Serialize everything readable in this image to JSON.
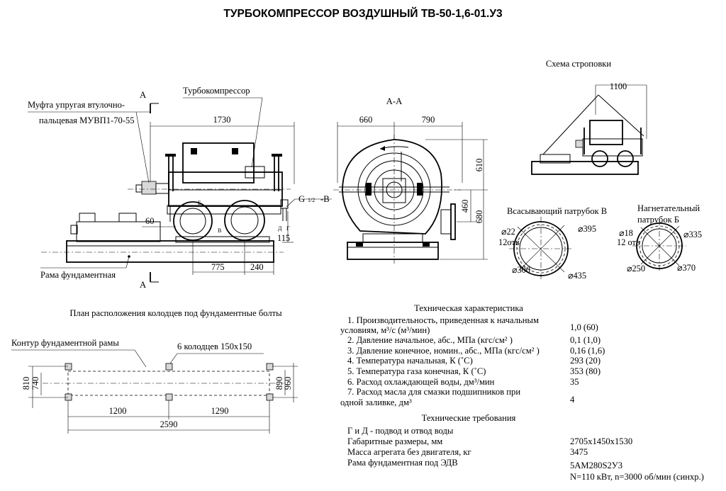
{
  "title": "ТУРБОКОМПРЕССОР ВОЗДУШНЫЙ ТВ-50-1,6-01.У3",
  "side_view": {
    "coupling_label_1": "Муфта упругая втулочно-",
    "coupling_label_2": "пальцевая МУВП1-70-55",
    "compressor_label": "Турбокомпрессор",
    "frame_label": "Рама фундаментная",
    "section_mark": "А",
    "dim_1730": "1730",
    "dim_60": "60",
    "dim_775": "775",
    "dim_240": "240",
    "dim_115": "115",
    "g_label": "G",
    "g_sub": "1/2",
    "g_suffix": "-В",
    "mark_b": "Б",
    "mark_v": "В",
    "mark_d": "Д",
    "mark_g": "Г"
  },
  "section_view": {
    "title": "А-А",
    "dim_660": "660",
    "dim_790": "790",
    "dim_610": "610",
    "dim_460": "460",
    "dim_680": "680"
  },
  "rigging": {
    "title": "Схема строповки",
    "dim_1100": "1100"
  },
  "suction_flange": {
    "title": "Всасывающий патрубок В",
    "d_holes": "⌀22",
    "holes": "12отв",
    "d_395": "⌀395",
    "d_300": "⌀300",
    "d_435": "⌀435"
  },
  "discharge_flange": {
    "title_1": "Нагнетательный",
    "title_2": "патрубок Б",
    "d_holes": "⌀18",
    "holes": "12 отв",
    "d_335": "⌀335",
    "d_250": "⌀250",
    "d_370": "⌀370"
  },
  "wells_plan": {
    "title": "План расположения колодцев под фундаментные болты",
    "contour_label": "Контур фундаментной рамы",
    "wells_label": "6 колодцев 150х150",
    "dim_810": "810",
    "dim_740": "740",
    "dim_890": "890",
    "dim_960": "960",
    "dim_1200": "1200",
    "dim_1290": "1290",
    "dim_2590": "2590"
  },
  "specs": {
    "title": "Техническая характеристика",
    "rows": [
      {
        "label": "1. Производительность, приведенная к начальным",
        "value": ""
      },
      {
        "label": "условиям, м³/с (м³/мин)",
        "value": "1,0 (60)"
      },
      {
        "label": "2. Давление начальное, абс., МПа (кгс/см² )",
        "value": "0,1 (1,0)"
      },
      {
        "label": "3. Давление конечное, номин., абс., МПа (кгс/см² )",
        "value": "0,16 (1,6)"
      },
      {
        "label": "4. Температура  начальная, К (˚С)",
        "value": "293 (20)"
      },
      {
        "label": "5. Температура газа конечная, К (˚С)",
        "value": "353 (80)"
      },
      {
        "label": "6. Расход охлаждающей воды, дм³/мин",
        "value": "35"
      },
      {
        "label": "7. Расход масла для смазки подшипников при",
        "value": ""
      },
      {
        "label": "одной заливке, дм³",
        "value": "4"
      }
    ]
  },
  "requirements": {
    "title": "Технические требования",
    "rows": [
      {
        "label": "Г и Д - подвод и отвод воды",
        "value": ""
      },
      {
        "label": "Габаритные размеры, мм",
        "value": "2705х1450х1530"
      },
      {
        "label": "Масса агрегата без двигателя, кг",
        "value": "3475"
      },
      {
        "label": "Рама фундаментная под ЭДВ",
        "value": "5АМ280S2У3"
      },
      {
        "label": "",
        "value": "N=110 кВт, n=3000 об/мин (синхр.)"
      }
    ]
  }
}
